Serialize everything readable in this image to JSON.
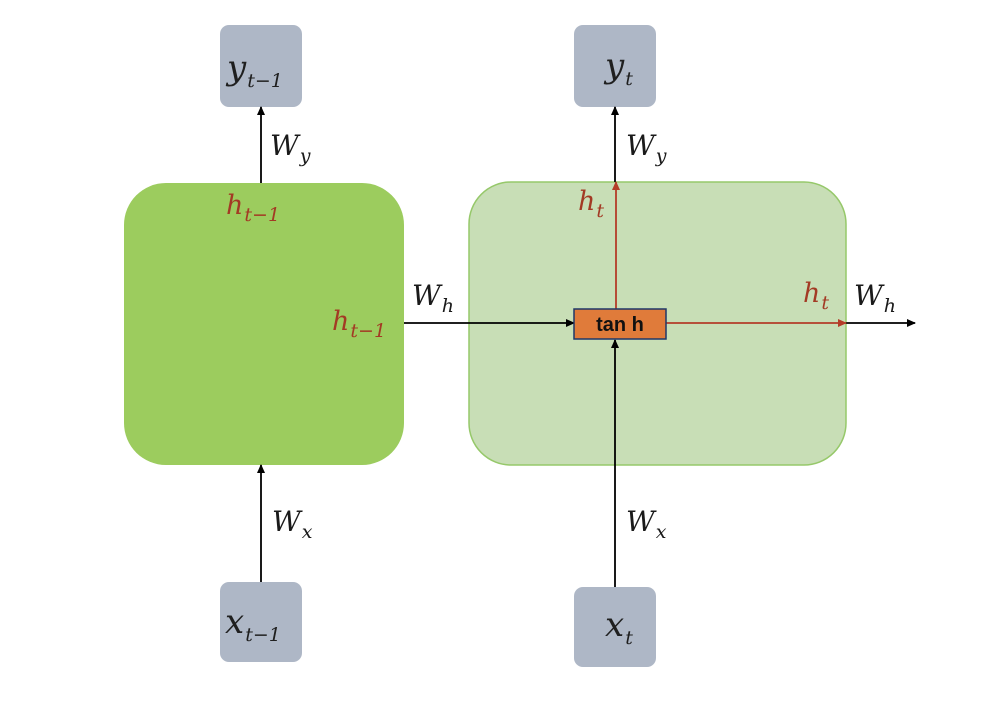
{
  "colors": {
    "cell_prev_fill": "#9ccc5e",
    "cell_curr_fill": "#c8deb6",
    "cell_curr_stroke": "#96c86a",
    "io_box": "#aeb7c6",
    "tanh_fill": "#e07b3a",
    "tanh_stroke": "#1f3768",
    "red": "#b43c28",
    "black": "#000000"
  },
  "labels": {
    "y_prev": {
      "base": "y",
      "sub": "t−1"
    },
    "y_curr": {
      "base": "y",
      "sub": "t"
    },
    "x_prev": {
      "base": "x",
      "sub": "t−1"
    },
    "x_curr": {
      "base": "x",
      "sub": "t"
    },
    "w_y_prev": {
      "base": "W",
      "sub": "y"
    },
    "w_y_curr": {
      "base": "W",
      "sub": "y"
    },
    "w_x_prev": {
      "base": "W",
      "sub": "x"
    },
    "w_x_curr": {
      "base": "W",
      "sub": "x"
    },
    "w_h_mid": {
      "base": "W",
      "sub": "h"
    },
    "w_h_out": {
      "base": "W",
      "sub": "h"
    },
    "h_prev_top": {
      "base": "h",
      "sub": "t−1"
    },
    "h_prev_right": {
      "base": "h",
      "sub": "t−1"
    },
    "h_curr_up": {
      "base": "h",
      "sub": "t"
    },
    "h_curr_right": {
      "base": "h",
      "sub": "t"
    },
    "tanh": "tan h"
  }
}
